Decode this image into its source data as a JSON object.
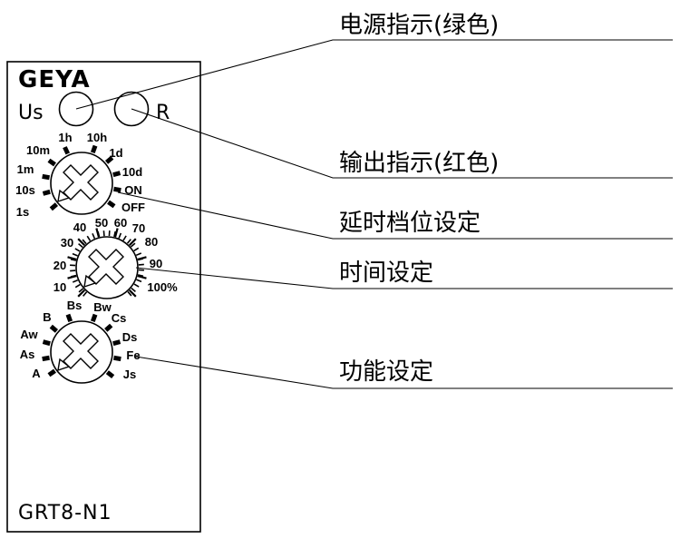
{
  "device": {
    "brand": "GEYA",
    "model": "GRT8-N1",
    "led_us_label": "Us",
    "led_r_label": "R"
  },
  "range_dial": {
    "labels": [
      "1s",
      "10s",
      "1m",
      "10m",
      "1h",
      "10h",
      "1d",
      "10d",
      "ON",
      "OFF"
    ]
  },
  "time_dial": {
    "labels": [
      "10",
      "20",
      "30",
      "40",
      "50",
      "60",
      "70",
      "80",
      "90",
      "100%"
    ]
  },
  "function_dial": {
    "labels": [
      "A",
      "As",
      "Aw",
      "B",
      "Bs",
      "Bw",
      "Cs",
      "Ds",
      "Fe",
      "Js"
    ]
  },
  "callouts": {
    "power_indicator": "电源指示(绿色)",
    "output_indicator": "输出指示(红色)",
    "range_setting": "延时档位设定",
    "time_setting": "时间设定",
    "function_setting": "功能设定"
  }
}
